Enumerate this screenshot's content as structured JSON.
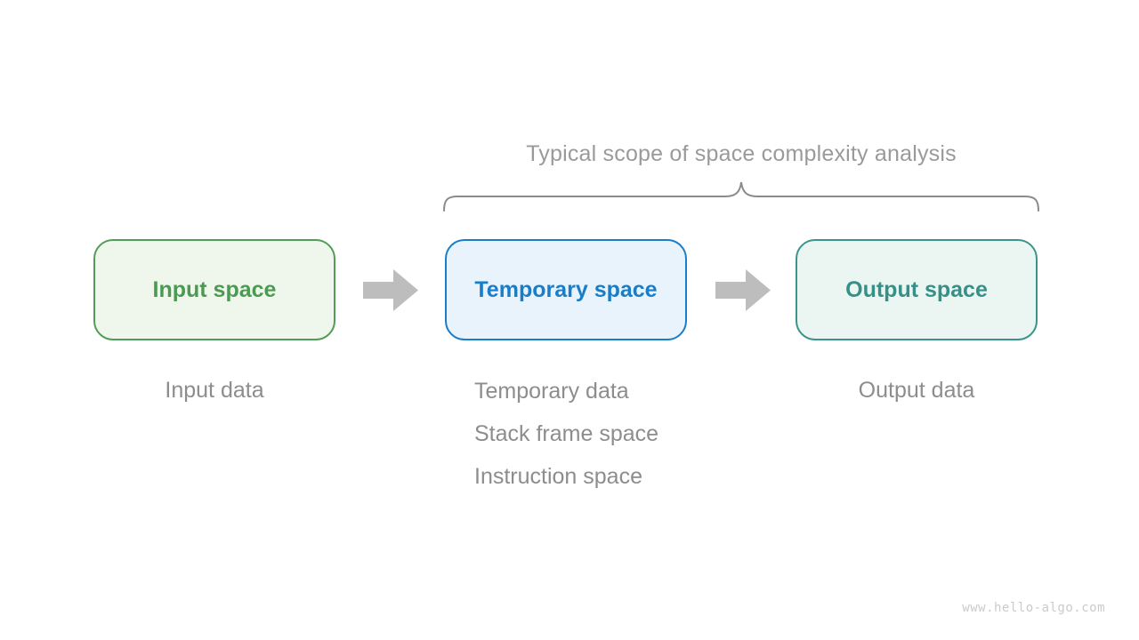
{
  "diagram": {
    "title": "Typical scope of space complexity analysis",
    "boxes": {
      "input": {
        "label": "Input space",
        "caption": "Input data"
      },
      "temporary": {
        "label": "Temporary space",
        "captions": [
          "Temporary data",
          "Stack frame space",
          "Instruction space"
        ]
      },
      "output": {
        "label": "Output space",
        "caption": "Output data"
      }
    },
    "icons": {
      "arrow": "right-arrow-icon",
      "brace": "curly-brace-overbracket"
    }
  },
  "watermark": "www.hello-algo.com",
  "colors": {
    "background": "#ffffff",
    "input_border": "#519c57",
    "input_fill": "#eff7ed",
    "input_text": "#4a9b51",
    "temporary_border": "#1a7dc8",
    "temporary_fill": "#e8f3fc",
    "temporary_text": "#1a7dc8",
    "output_border": "#3b948b",
    "output_fill": "#ebf5f1",
    "output_text": "#35908a",
    "arrow": "#bdbdbd",
    "brace": "#8a8a8a",
    "title_text": "#9a9a9a",
    "caption_text": "#8d8d8d",
    "watermark_text": "#cbcbcb"
  }
}
